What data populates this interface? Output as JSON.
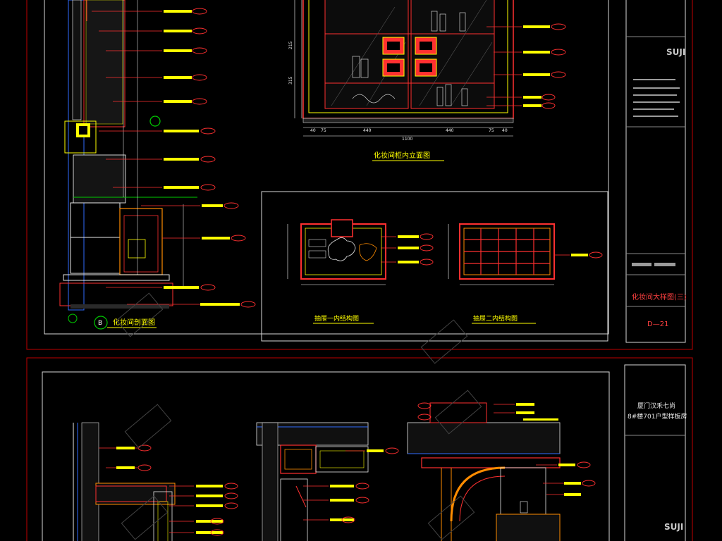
{
  "sheet_top": {
    "elevation_title": "化妆间柜内立面图",
    "section_title": "化妆间剖面图",
    "detail_title_a": "抽屉一内结构图",
    "detail_title_b": "抽屉二内结构图",
    "section_marker": "B",
    "dims_top": [
      "40",
      "75",
      "440",
      "440",
      "75",
      "40"
    ],
    "dim_total": "1100",
    "dims_left": [
      "315",
      "215"
    ],
    "title_block_name": "化妆间大样图(三)",
    "title_block_no": "D—21",
    "logo": "SUJI"
  },
  "sheet_bottom": {
    "title_block_line1": "厦门汉禾七尚",
    "title_block_line2": "8#楼701户型样板房",
    "logo": "SUJI"
  },
  "colors": {
    "background": "#000000",
    "frame": "#ff2020",
    "border": "#ffffff",
    "highlight": "#ffff00",
    "detail": "#ff8c00"
  }
}
